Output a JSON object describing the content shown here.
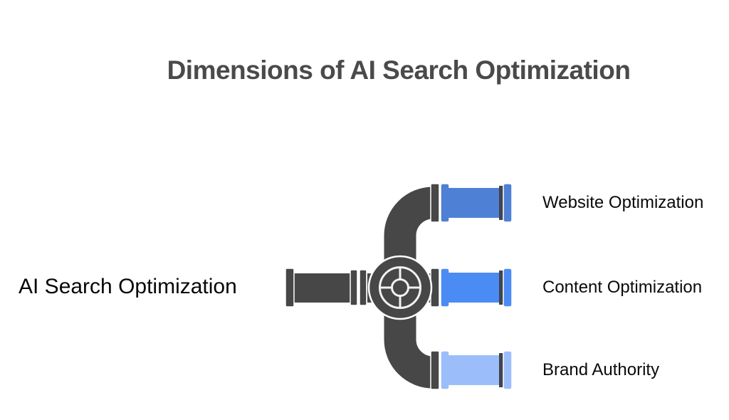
{
  "title": {
    "text": "Dimensions of AI Search Optimization",
    "color": "#4a4a4a"
  },
  "diagram": {
    "source_label": "AI Search Optimization",
    "branches": [
      {
        "label": "Website Optimization",
        "color": "#4e80d6"
      },
      {
        "label": "Content Optimization",
        "color": "#4b8bf4"
      },
      {
        "label": "Brand Authority",
        "color": "#9bbefb"
      }
    ],
    "colors": {
      "pipe_dark": "#474747",
      "coupling_dark": "#40454e",
      "outline": "#ffffff",
      "wheel_line": "#f2f2f2"
    }
  }
}
